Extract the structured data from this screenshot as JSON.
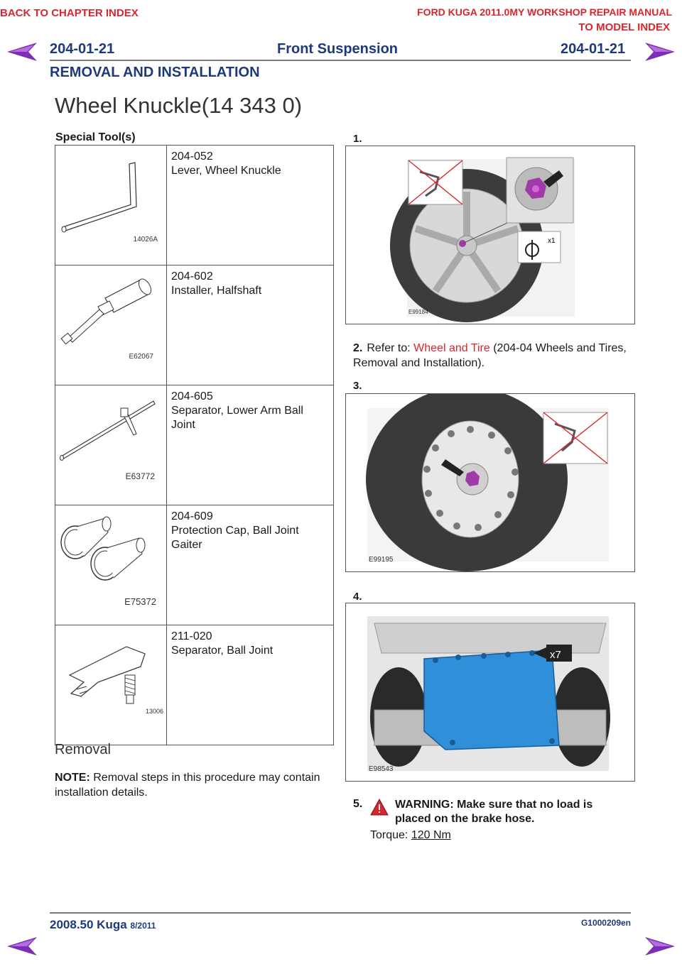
{
  "nav": {
    "back_to_chapter": "BACK TO CHAPTER INDEX",
    "manual_title": "FORD KUGA 2011.0MY WORKSHOP REPAIR MANUAL",
    "to_model": "TO MODEL INDEX"
  },
  "header": {
    "page_code_left": "204-01-21",
    "section": "Front Suspension",
    "page_code_right": "204-01-21",
    "procedure_type": "REMOVAL AND INSTALLATION"
  },
  "title": "Wheel Knuckle(14 343 0)",
  "special_tools": {
    "heading": "Special Tool(s)",
    "rows": [
      {
        "image_code": "14026A",
        "number": "204-052",
        "name": "Lever, Wheel Knuckle"
      },
      {
        "image_code": "E62067",
        "number": "204-602",
        "name": "Installer, Halfshaft"
      },
      {
        "image_code": "E63772",
        "number": "204-605",
        "name": "Separator, Lower Arm Ball Joint"
      },
      {
        "image_code": "E75372",
        "number": "204-609",
        "name": "Protection Cap, Ball Joint Gaiter"
      },
      {
        "image_code": "13006",
        "number": "211-020",
        "name": "Separator, Ball Joint"
      }
    ]
  },
  "removal": {
    "heading": "Removal",
    "note_label": "NOTE:",
    "note_text": "Removal steps in this procedure may contain installation details."
  },
  "steps": {
    "s1": {
      "number": "1.",
      "figure_code": "E99184",
      "badge": "x1"
    },
    "s2": {
      "number": "2.",
      "prefix": "Refer to: ",
      "link": "Wheel and Tire",
      "suffix": " (204-04 Wheels and Tires, Removal and Installation)."
    },
    "s3": {
      "number": "3.",
      "figure_code": "E99195"
    },
    "s4": {
      "number": "4.",
      "figure_code": "E98543",
      "badge": "x7"
    },
    "s5": {
      "number": "5.",
      "warning": "WARNING: Make sure that no load is placed on the brake hose.",
      "torque_label": "Torque: ",
      "torque_value": "120 Nm"
    }
  },
  "footer": {
    "model": "2008.50 Kuga",
    "date": "8/2011",
    "doc_code": "G1000209en"
  },
  "colors": {
    "accent_red": "#d9262e",
    "header_blue": "#1f3a7a",
    "shield_blue": "#2f8fd8",
    "nut_purple": "#a03aa8"
  }
}
